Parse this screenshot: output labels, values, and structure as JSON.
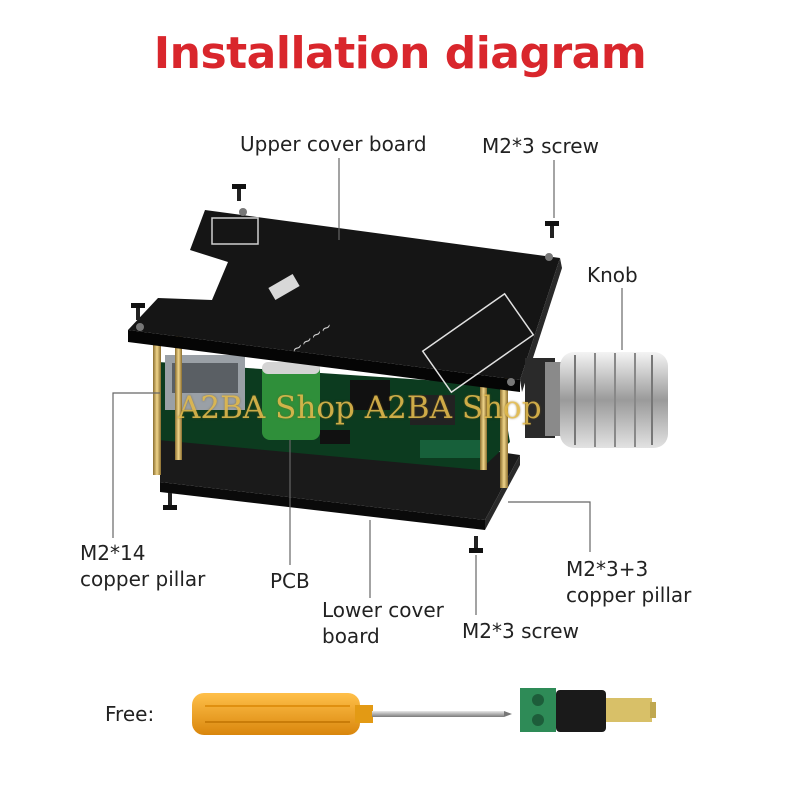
{
  "title": "Installation diagram",
  "labels": {
    "upper_cover_board": "Upper cover board",
    "m2_3_screw_top": "M2*3 screw",
    "knob": "Knob",
    "m2_14_line1": "M2*14",
    "m2_14_line2": "copper pillar",
    "pcb": "PCB",
    "lower_cover_line1": "Lower cover",
    "lower_cover_line2": "board",
    "m2_3_screw_bottom": "M2*3 screw",
    "m2_33_line1": "M2*3+3",
    "m2_33_line2": "copper pillar",
    "free": "Free:"
  },
  "watermark": "A2BA Shop A2BA Shop",
  "colors": {
    "title": "#d9262c",
    "board": "#151515",
    "pcb": "#0c3b1f",
    "pillar": "#c9a85a",
    "screwdriver_handle": "#f0a51e",
    "terminal": "#2e8b57"
  }
}
